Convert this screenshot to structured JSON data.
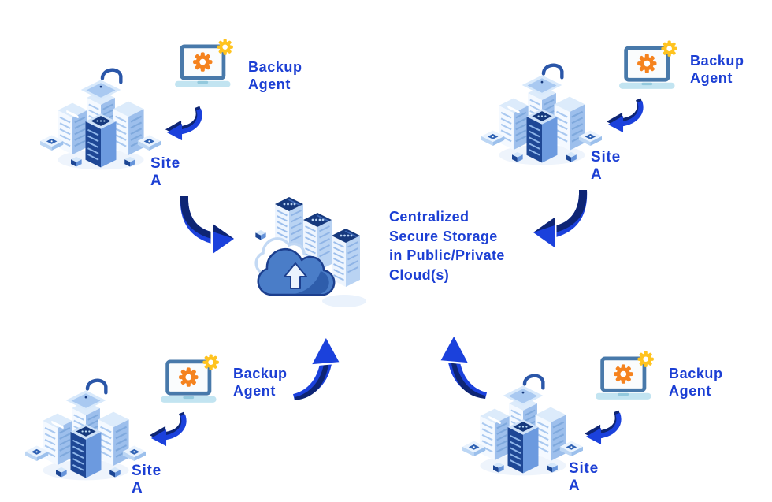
{
  "diagram": {
    "center_storage": {
      "label": "Centralized\nSecure Storage\nin Public/Private\nCloud(s)",
      "icon": "cloud-upload-with-servers"
    },
    "sites": [
      {
        "id": "top-left",
        "site_label": "Site A",
        "agent_label": "Backup\nAgent"
      },
      {
        "id": "top-right",
        "site_label": "Site A",
        "agent_label": "Backup\nAgent"
      },
      {
        "id": "bottom-left",
        "site_label": "Site A",
        "agent_label": "Backup\nAgent"
      },
      {
        "id": "bottom-right",
        "site_label": "Site A",
        "agent_label": "Backup\nAgent"
      }
    ],
    "icons": {
      "site": "isometric-server-cluster",
      "agent": "laptop-with-gears",
      "flow_to_center": "curved-arrow-to-cloud",
      "agent_to_site": "small-curved-arrow"
    },
    "colors": {
      "label_blue": "#1c3fd4",
      "arrow_blue": "#1b41dc",
      "arrow_navy": "#0e2574",
      "gear_orange": "#f5831f",
      "gear_yellow": "#ffc31f",
      "server_navy": "#1e4795",
      "server_light": "#dcebfb",
      "cloud_blue": "#4a7dc8",
      "laptop_frame": "#4879aa",
      "laptop_base": "#c2e4f1"
    }
  }
}
